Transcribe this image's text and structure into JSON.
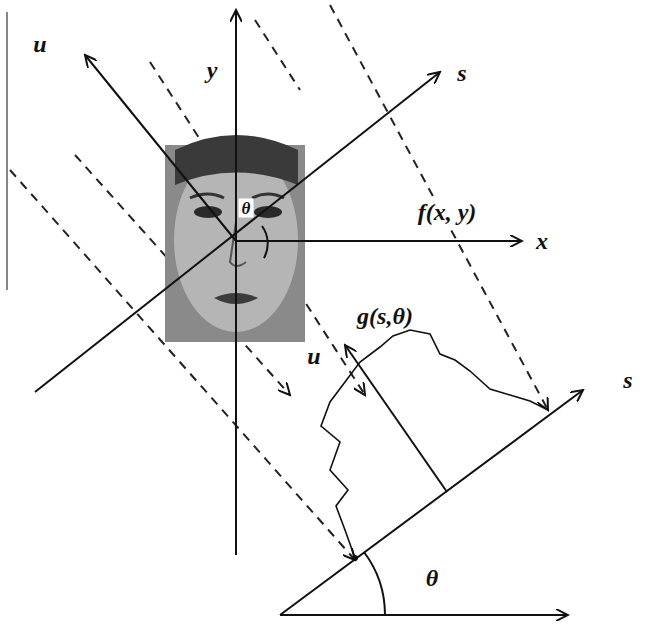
{
  "diagram": {
    "labels": [
      "u",
      "y",
      "s",
      "θ",
      "f(x, y)",
      "x",
      "g(s,θ)",
      "u",
      "s",
      "θ"
    ]
  }
}
